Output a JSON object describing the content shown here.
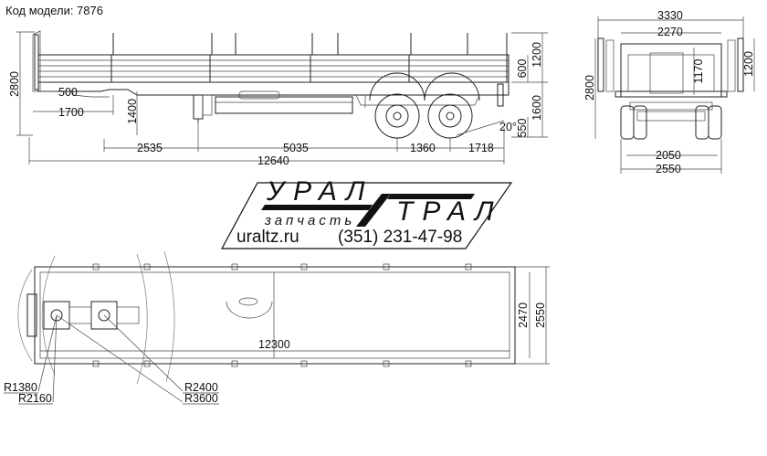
{
  "header": {
    "model_code": "Код модели: 7876"
  },
  "logo": {
    "word1": "УРАЛ",
    "word2": "ТРАЛ",
    "subtitle": "запчасть",
    "website": "uraltz.ru",
    "phone": "(351) 231-47-98"
  },
  "side_view": {
    "dims": {
      "total_height": "2800",
      "length_total": "12640",
      "front_overhang": "1700",
      "kingpin": "500",
      "kingpin_to_support": "2535",
      "support_to_axle": "5035",
      "axle_spacing": "1360",
      "rear_overhang": "1718",
      "fifth_wheel_height": "1400",
      "side_board": "600",
      "stake_height": "1200",
      "platform_height": "1600",
      "rear_clearance": "550",
      "departure_angle": "20°"
    }
  },
  "rear_view": {
    "dims": {
      "top_width": "3330",
      "inner_width": "2270",
      "stake_height": "1200",
      "board_height": "1170",
      "total_height": "2800",
      "track": "2050",
      "overall_width": "2550"
    }
  },
  "top_view": {
    "dims": {
      "platform_length": "12300",
      "inner_width": "2470",
      "overall_width": "2550",
      "r1": "R1380",
      "r2": "R2160",
      "r3": "R2400",
      "r4": "R3600"
    }
  }
}
